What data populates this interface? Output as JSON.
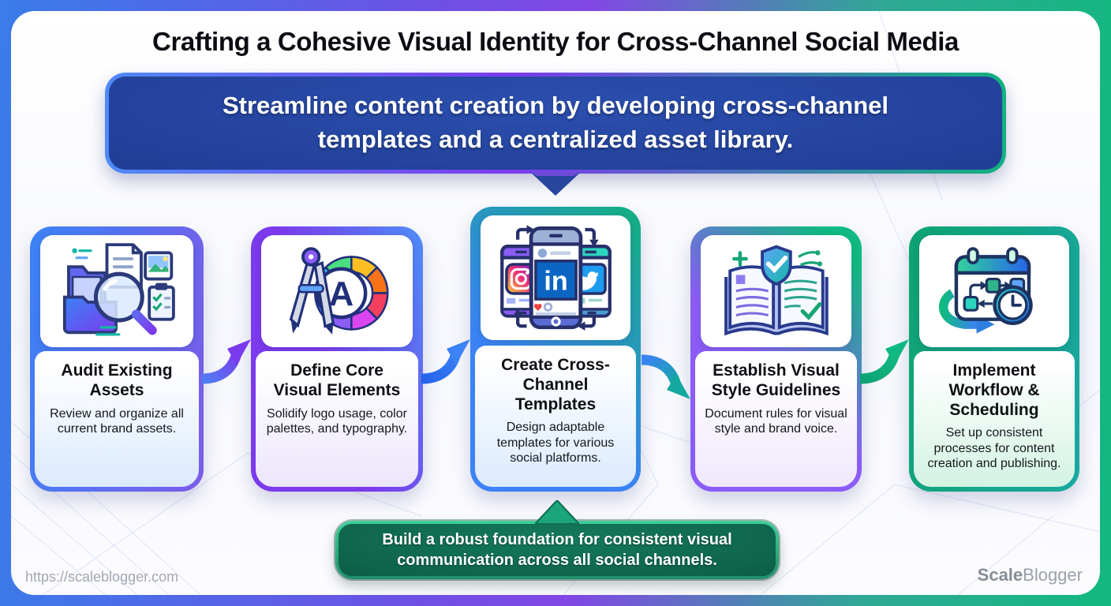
{
  "page": {
    "title": "Crafting a Cohesive Visual Identity for Cross-Channel Social Media",
    "top_banner": {
      "line1": "Streamline content creation by developing cross-channel",
      "line2": "templates and a centralized asset library."
    },
    "bottom_banner": {
      "line1": "Build a robust foundation for consistent visual",
      "line2": "communication across all social channels."
    },
    "footer": {
      "url": "https://scaleblogger.com",
      "brand_bold": "Scale",
      "brand_light": "Blogger"
    }
  },
  "steps": [
    {
      "title": "Audit Existing Assets",
      "description": "Review and organize all current brand assets.",
      "icon": "audit-assets-icon"
    },
    {
      "title": "Define Core Visual Elements",
      "description": "Solidify logo usage, color palettes, and typography.",
      "icon": "compass-color-wheel-icon"
    },
    {
      "title": "Create Cross-Channel Templates",
      "description": "Design adaptable templates for various social platforms.",
      "icon": "phones-social-platforms-icon"
    },
    {
      "title": "Establish Visual Style Guidelines",
      "description": "Document rules for visual style and brand voice.",
      "icon": "book-shield-check-icon"
    },
    {
      "title": "Implement Workflow & Scheduling",
      "description": "Set up consistent processes for content creation and publishing.",
      "icon": "calendar-clock-workflow-icon"
    }
  ],
  "icon_labels": {
    "typography_letter": "A",
    "linkedin": "in"
  },
  "colors": {
    "frame_gradient": [
      "#3a7ce8",
      "#8247e5",
      "#13b87f"
    ],
    "top_banner_blue": "#203e96",
    "bottom_banner_green": "#0b5b45",
    "accent_blue": "#3b82f6",
    "accent_purple": "#7c3aed",
    "accent_green": "#10b981",
    "title_text": "#0c0d12",
    "footer_gray": "#a3a8b0"
  }
}
